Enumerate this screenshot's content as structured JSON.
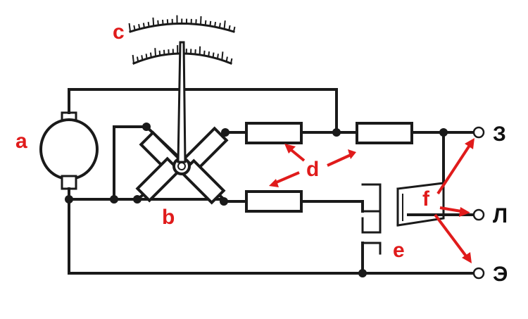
{
  "labels": {
    "a": "a",
    "b": "b",
    "c": "c",
    "d": "d",
    "e": "e",
    "f": "f"
  },
  "terminals": {
    "z": "З",
    "l": "Л",
    "e": "Э"
  },
  "colors": {
    "annotation": "#e01b1b",
    "line": "#1a1a1a"
  }
}
